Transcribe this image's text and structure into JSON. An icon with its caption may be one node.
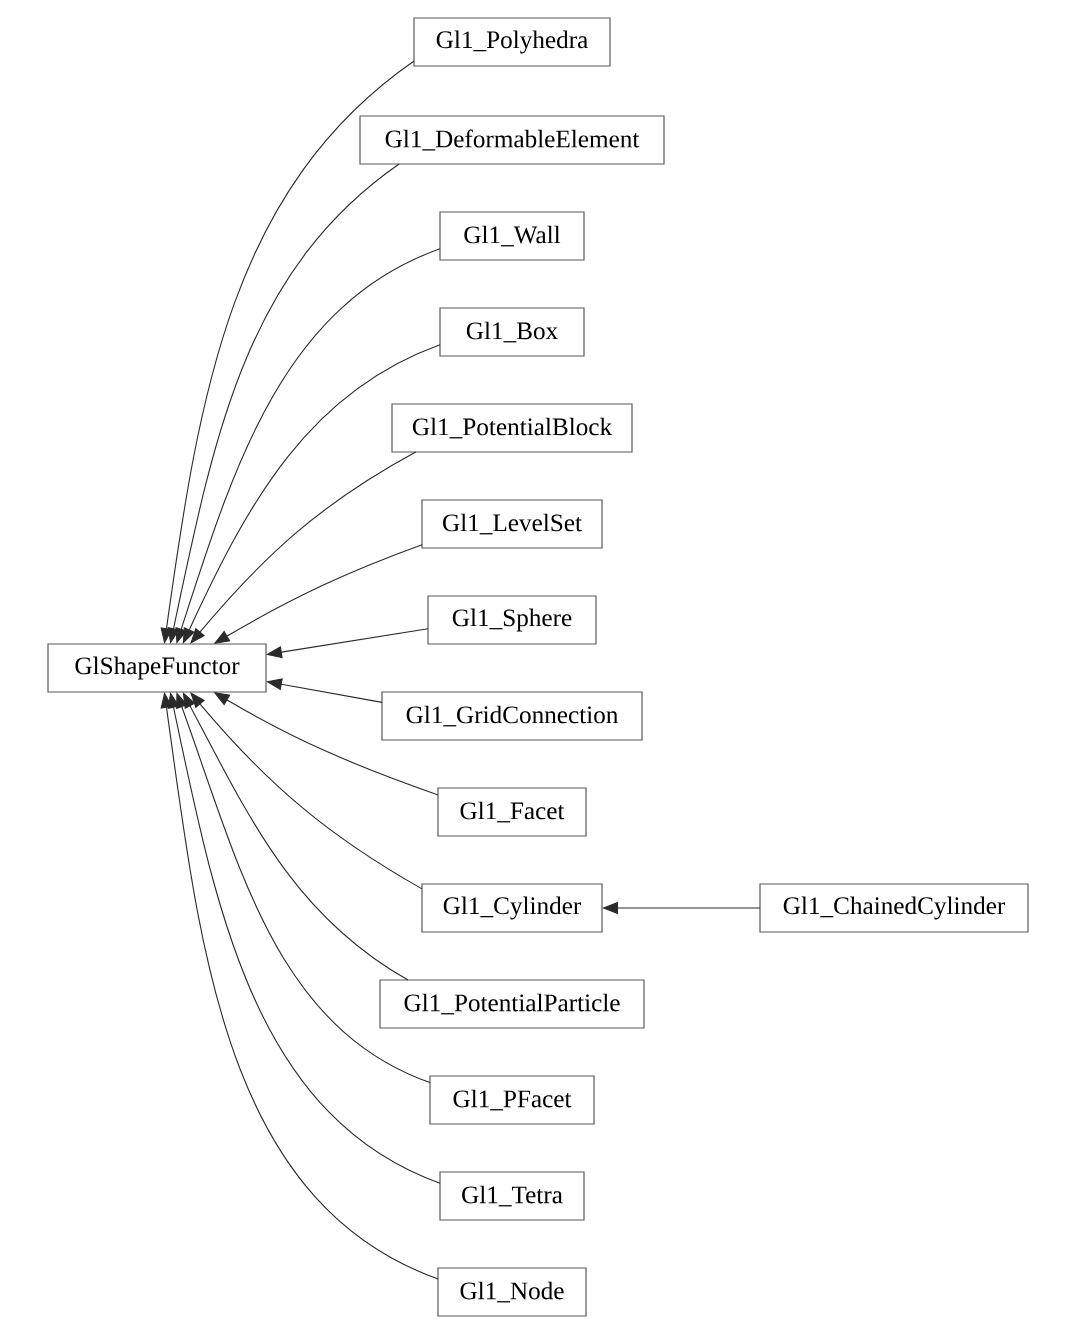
{
  "diagram": {
    "nodes": [
      {
        "text": [
          "GlShapeFunctor"
        ]
      },
      {
        "text": [
          "Gl1_Polyhedra"
        ]
      },
      {
        "text": [
          "Gl1_DeformableElement"
        ]
      },
      {
        "text": [
          "Gl1_Wall"
        ]
      },
      {
        "text": [
          "Gl1_Box"
        ]
      },
      {
        "text": [
          "Gl1_PotentialBlock"
        ]
      },
      {
        "text": [
          "Gl1_LevelSet"
        ]
      },
      {
        "text": [
          "Gl1_Sphere"
        ]
      },
      {
        "text": [
          "Gl1_GridConnection"
        ]
      },
      {
        "text": [
          "Gl1_Facet"
        ]
      },
      {
        "text": [
          "Gl1_Cylinder"
        ]
      },
      {
        "text": [
          "Gl1_PotentialParticle"
        ]
      },
      {
        "text": [
          "Gl1_PFacet"
        ]
      },
      {
        "text": [
          "Gl1_Tetra"
        ]
      },
      {
        "text": [
          "Gl1_Node"
        ]
      },
      {
        "text": [
          "Gl1_ChainedCylinder"
        ]
      }
    ],
    "edges": [
      {
        "from": 1,
        "to": 0,
        "arrow": "to"
      },
      {
        "from": 2,
        "to": 0,
        "arrow": "to"
      },
      {
        "from": 3,
        "to": 0,
        "arrow": "to"
      },
      {
        "from": 4,
        "to": 0,
        "arrow": "to"
      },
      {
        "from": 5,
        "to": 0,
        "arrow": "to"
      },
      {
        "from": 6,
        "to": 0,
        "arrow": "to"
      },
      {
        "from": 7,
        "to": 0,
        "arrow": "to"
      },
      {
        "from": 8,
        "to": 0,
        "arrow": "to"
      },
      {
        "from": 9,
        "to": 0,
        "arrow": "to"
      },
      {
        "from": 10,
        "to": 0,
        "arrow": "to"
      },
      {
        "from": 11,
        "to": 0,
        "arrow": "to"
      },
      {
        "from": 12,
        "to": 0,
        "arrow": "to"
      },
      {
        "from": 13,
        "to": 0,
        "arrow": "to"
      },
      {
        "from": 14,
        "to": 0,
        "arrow": "to"
      },
      {
        "from": 15,
        "to": 10,
        "arrow": "to"
      }
    ]
  }
}
